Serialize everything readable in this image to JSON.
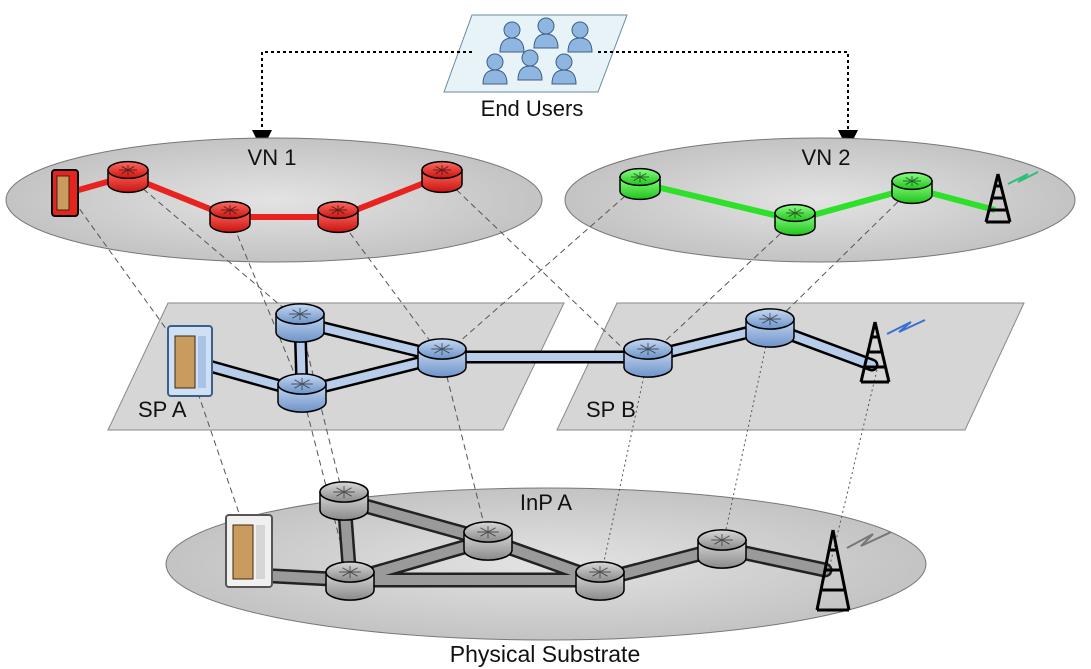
{
  "labels": {
    "end_users": "End Users",
    "vn1": "VN 1",
    "vn2": "VN 2",
    "sp_a": "SP A",
    "sp_b": "SP B",
    "inp_a": "InP A",
    "physical_substrate": "Physical Substrate"
  },
  "colors": {
    "vn1": "#e8231f",
    "vn2": "#2de02a",
    "sp": "#8fb0dc",
    "inp": "#a8a8a8",
    "plane": "#d6d6d6"
  }
}
